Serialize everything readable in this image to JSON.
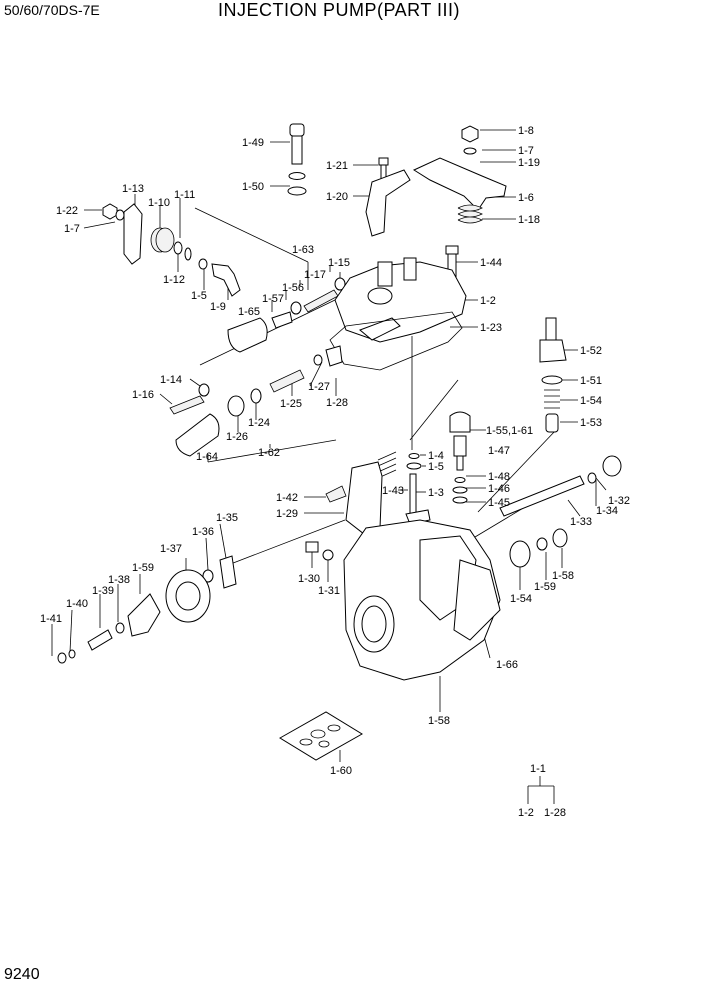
{
  "header": {
    "model": "50/60/70DS-7E",
    "title": "INJECTION PUMP(PART III)"
  },
  "page_number": "9240",
  "callouts": [
    "1-49",
    "1-50",
    "1-21",
    "1-20",
    "1-8",
    "1-7",
    "1-19",
    "1-6",
    "1-18",
    "1-13",
    "1-11",
    "1-10",
    "1-22",
    "1-7",
    "1-12",
    "1-5",
    "1-9",
    "1-63",
    "1-15",
    "1-17",
    "1-56",
    "1-57",
    "1-65",
    "1-44",
    "1-2",
    "1-23",
    "1-52",
    "1-51",
    "1-54",
    "1-53",
    "1-14",
    "1-16",
    "1-27",
    "1-25",
    "1-28",
    "1-24",
    "1-26",
    "1-64",
    "1-62",
    "1-55,1-61",
    "1-47",
    "1-4",
    "1-5",
    "1-48",
    "1-46",
    "1-45",
    "1-43",
    "1-3",
    "1-42",
    "1-29",
    "1-35",
    "1-36",
    "1-37",
    "1-59",
    "1-38",
    "1-39",
    "1-40",
    "1-41",
    "1-30",
    "1-31",
    "1-34",
    "1-32",
    "1-33",
    "1-54",
    "1-59",
    "1-58",
    "1-66",
    "1-58",
    "1-60",
    "1-1",
    "1-2",
    "1-28"
  ]
}
